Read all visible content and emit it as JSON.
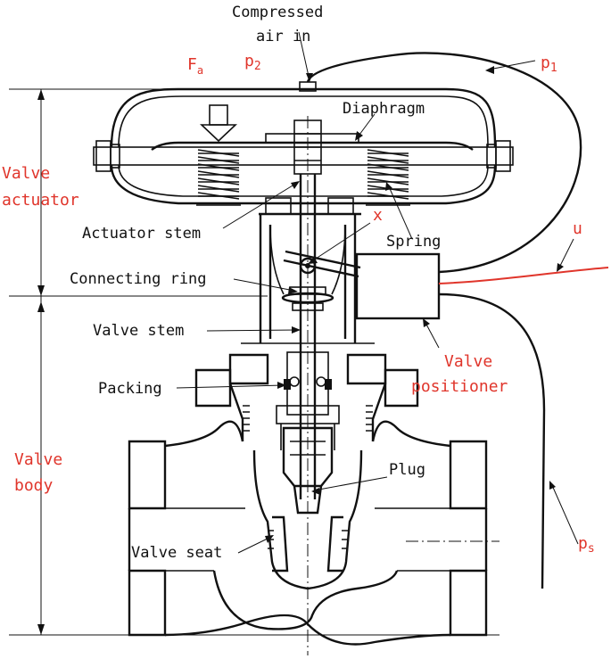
{
  "labels": {
    "compressed_air_line1": "Compressed",
    "compressed_air_line2": "air in",
    "fa_main": "F",
    "fa_sub": "a",
    "p2_main": "p",
    "p2_sub": "2",
    "p1_main": "p",
    "p1_sub": "1",
    "diaphragm": "Diaphragm",
    "valve_actuator_line1": "Valve",
    "valve_actuator_line2": "actuator",
    "x": "x",
    "actuator_stem": "Actuator stem",
    "spring": "Spring",
    "u": "u",
    "connecting_ring": "Connecting ring",
    "valve_stem": "Valve stem",
    "valve_positioner_line1": "Valve",
    "valve_positioner_line2": "positioner",
    "packing": "Packing",
    "valve_body_line1": "Valve",
    "valve_body_line2": "body",
    "plug": "Plug",
    "valve_seat": "Valve seat",
    "ps_main": "p",
    "ps_sub": "s"
  },
  "colors": {
    "annotation_red": "#e0352b",
    "line_black": "#111111"
  }
}
